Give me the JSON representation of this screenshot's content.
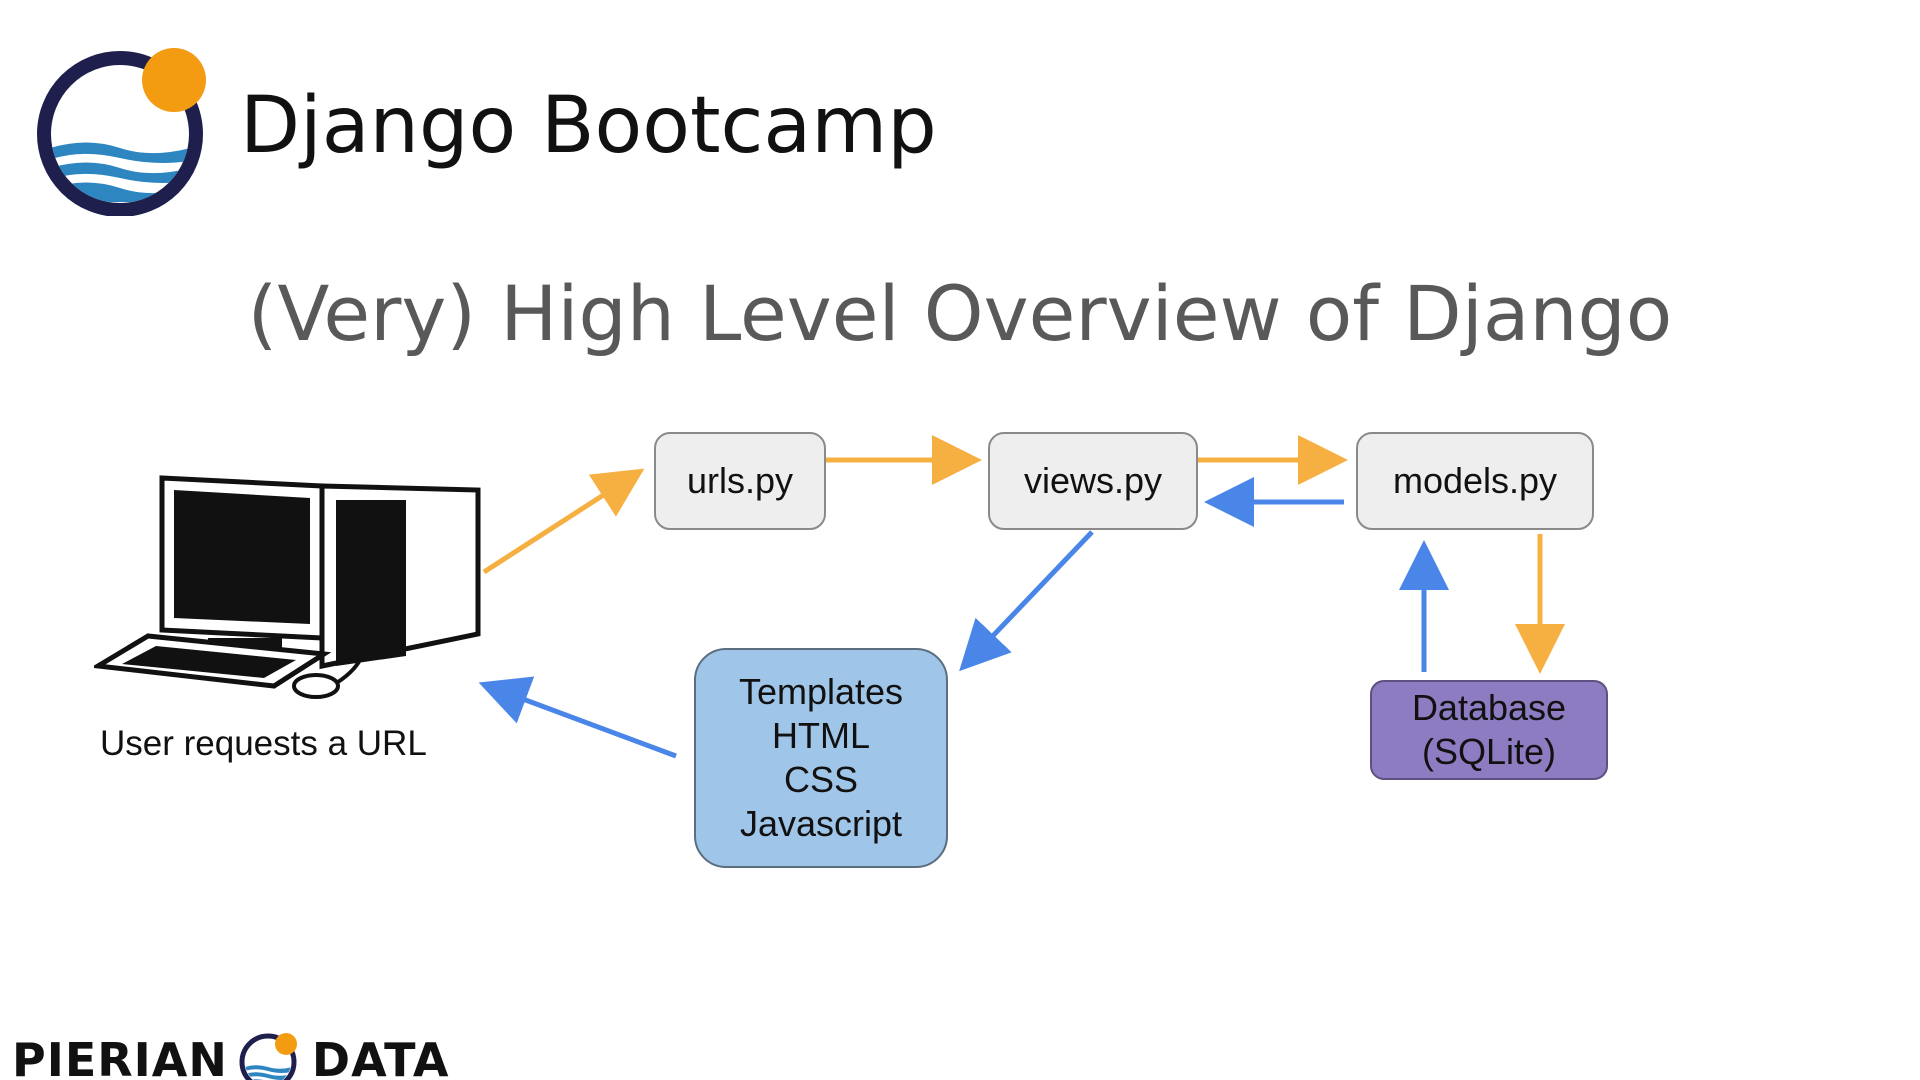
{
  "header": {
    "title": "Django Bootcamp"
  },
  "slide": {
    "title": "(Very) High Level Overview of Django"
  },
  "diagram": {
    "nodes": {
      "urls": "urls.py",
      "views": "views.py",
      "models": "models.py",
      "templates": [
        "Templates",
        "HTML",
        "CSS",
        "Javascript"
      ],
      "database": [
        "Database",
        "(SQLite)"
      ]
    },
    "user_caption": "User requests a URL"
  },
  "footer": {
    "brand_left": "PIERIAN",
    "brand_right": "DATA"
  },
  "colors": {
    "request_arrow": "#f6b042",
    "response_arrow": "#4a86e8",
    "default_node": "#eeeeee",
    "templates_node": "#9fc5e8",
    "database_node": "#8e7cc3",
    "title_text": "#595959",
    "logo_ring": "#1f1f4d",
    "logo_sun": "#f39c12",
    "logo_wave": "#2e86c1"
  },
  "icons": [
    "pierian-data-logo",
    "desktop-computer-icon"
  ]
}
